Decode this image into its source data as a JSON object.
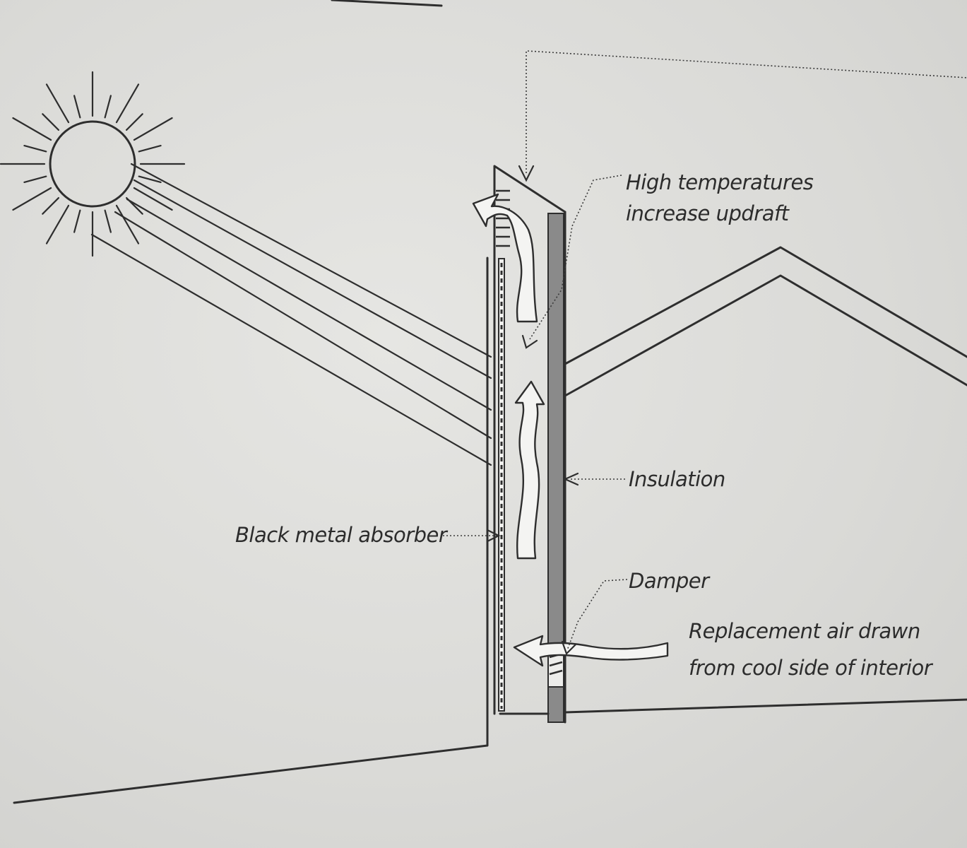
{
  "labels": {
    "high_temp_line1": "High temperatures",
    "high_temp_line2": "increase updraft",
    "insulation": "Insulation",
    "absorber": "Black metal absorber",
    "damper": "Damper",
    "replacement_line1": "Replacement air drawn",
    "replacement_line2": "from cool side of interior"
  },
  "colors": {
    "ink": "#2e2e2e",
    "insulation_fill": "#8a8a8a",
    "paper": "#dcdcda"
  }
}
